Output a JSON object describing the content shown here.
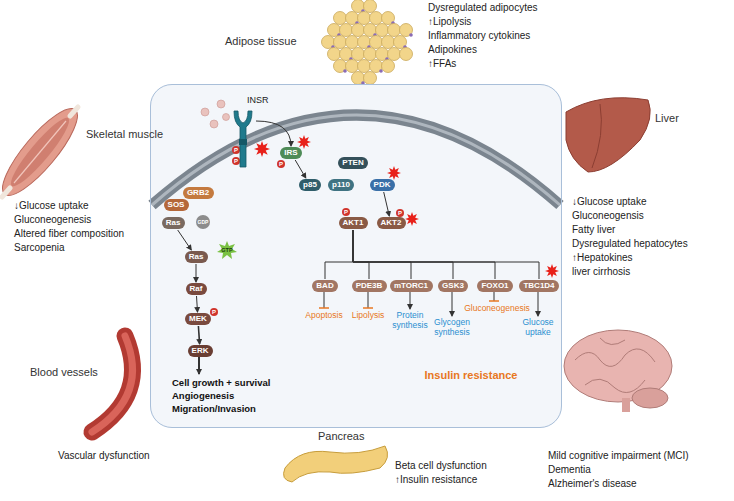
{
  "diagram": {
    "nodes": [
      {
        "text": [
          "Insulin resistance"
        ]
      },
      {
        "text": [
          "INSR"
        ],
        "in": 0
      },
      {
        "text": [
          "GRB2"
        ],
        "in": 0
      },
      {
        "text": [
          "SOS"
        ],
        "in": 0
      },
      {
        "text": [
          "Ras"
        ],
        "in": 0
      },
      {
        "text": [
          "IRS"
        ],
        "in": 0
      },
      {
        "text": [
          "p85"
        ],
        "in": 0
      },
      {
        "text": [
          "p110"
        ],
        "in": 0
      },
      {
        "text": [
          "PTEN"
        ],
        "in": 0
      },
      {
        "text": [
          "PDK"
        ],
        "in": 0
      },
      {
        "text": [
          "Ras"
        ],
        "in": 0
      },
      {
        "text": [
          "Raf"
        ],
        "in": 0
      },
      {
        "text": [
          "MEK"
        ],
        "in": 0
      },
      {
        "text": [
          "ERK"
        ],
        "in": 0
      },
      {
        "text": [
          "AKT1"
        ],
        "in": 0
      },
      {
        "text": [
          "AKT2"
        ],
        "in": 0
      },
      {
        "text": [
          "BAD"
        ],
        "in": 0
      },
      {
        "text": [
          "PDE3B"
        ],
        "in": 0
      },
      {
        "text": [
          "mTORC1"
        ],
        "in": 0
      },
      {
        "text": [
          "GSK3"
        ],
        "in": 0
      },
      {
        "text": [
          "FOXO1"
        ],
        "in": 0
      },
      {
        "text": [
          "TBC1D4"
        ],
        "in": 0
      }
    ],
    "edges": [
      {
        "from": 1,
        "to": 5,
        "arrow": "to"
      },
      {
        "from": 5,
        "to": 6,
        "arrow": "to"
      },
      {
        "from": 4,
        "to": 10,
        "arrow": "to"
      },
      {
        "from": 10,
        "to": 11,
        "arrow": "to"
      },
      {
        "from": 11,
        "to": 12,
        "arrow": "to"
      },
      {
        "from": 12,
        "to": 13,
        "arrow": "to"
      },
      {
        "from": 9,
        "to": 15,
        "arrow": "to"
      },
      {
        "from": 14,
        "to": 16,
        "arrow": "none"
      },
      {
        "from": 14,
        "to": 17,
        "arrow": "none"
      },
      {
        "from": 14,
        "to": 18,
        "arrow": "none"
      },
      {
        "from": 14,
        "to": 19,
        "arrow": "none"
      },
      {
        "from": 14,
        "to": 20,
        "arrow": "none"
      },
      {
        "from": 14,
        "to": 21,
        "arrow": "none"
      }
    ],
    "labels": [
      "Adipose tissue",
      "Dysregulated adipocytes",
      "↑Lipolysis",
      "Inflammatory cytokines",
      "Adipokines",
      "↑FFAs",
      "Skeletal muscle",
      "↓Glucose uptake",
      "Gluconeogenesis",
      "Altered fiber composition",
      "Sarcopenia",
      "Liver",
      "↓Glucose uptake",
      "Gluconeogensis",
      "Fatty liver",
      "Dysregulated hepatocytes",
      "↑Hepatokines",
      "liver cirrhosis",
      "Blood vessels",
      "Vascular dysfunction",
      "Pancreas",
      "Beta cell dysfunction",
      "↑Insulin resistance",
      "Mild cognitive impairment (MCI)",
      "Dementia",
      "Alzheimer's disease",
      "GDP",
      "GTP",
      "Cell growth + survival",
      "Angiogenesis",
      "Migration/Invasion",
      "Apoptosis",
      "Lipolysis",
      "Protein synthesis",
      "Glycogen synthesis",
      "Gluconeogenesis",
      "Glucose uptake",
      "P",
      "P",
      "P",
      "P",
      "P",
      "P"
    ]
  }
}
